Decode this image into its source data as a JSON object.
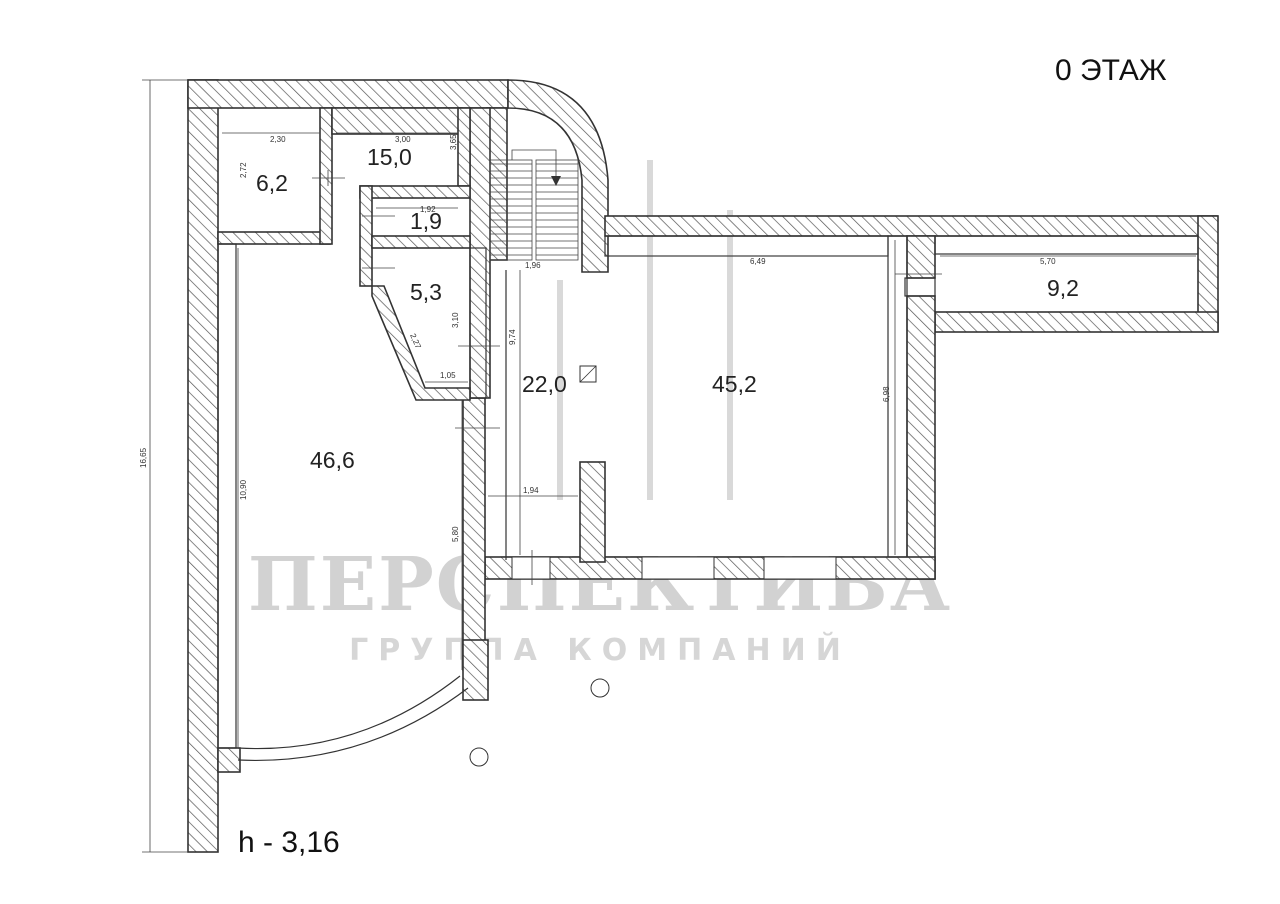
{
  "floor_title": "0 ЭТАЖ",
  "ceiling_height": "h - 3,16",
  "watermark": {
    "main": "ПЕРСПЕКТИВА",
    "sub": "ГРУППА КОМПАНИЙ"
  },
  "rooms": {
    "room_6_2": "6,2",
    "room_15_0": "15,0",
    "room_1_9": "1,9",
    "room_5_3": "5,3",
    "room_46_6": "46,6",
    "room_22_0": "22,0",
    "room_45_2": "45,2",
    "room_9_2": "9,2"
  },
  "dimensions": {
    "d_2_30": "2,30",
    "d_3_00": "3,00",
    "d_3_65": "3,65",
    "d_2_72": "2,72",
    "d_1_92": "1,92",
    "d_1_96": "1,96",
    "d_3_10": "3,10",
    "d_2_27": "2,27",
    "d_1_05": "1,05",
    "d_9_74": "9,74",
    "d_6_49": "6,49",
    "d_5_70": "5,70",
    "d_6_98": "6,98",
    "d_1_94": "1,94",
    "d_5_80": "5,80",
    "d_10_90": "10,90",
    "d_16_65": "16,65"
  }
}
